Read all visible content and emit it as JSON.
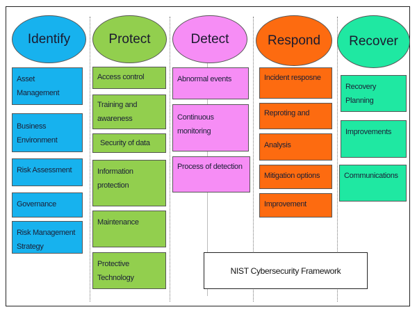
{
  "title": "NIST Cybersecurity Framework",
  "colors": {
    "identify": "#17b2ee",
    "protect": "#92cf4e",
    "detect": "#f68df5",
    "respond": "#fd6b10",
    "recover": "#1fe8a2"
  },
  "functions": [
    {
      "name": "Identify",
      "items": [
        "Asset Management",
        "Business Environment",
        "Risk Assessment",
        "Governance",
        "Risk Management Strategy"
      ]
    },
    {
      "name": "Protect",
      "items": [
        "Access control",
        "Training and awareness",
        "Security of data",
        "Information protection",
        "Maintenance",
        "Protective Technology"
      ]
    },
    {
      "name": "Detect",
      "items": [
        "Abnormal events",
        "Continuous monitoring",
        "Process of detection"
      ]
    },
    {
      "name": "Respond",
      "items": [
        "Incident resposne",
        "Reproting and",
        "Analysis",
        "Mitigation options",
        "Improvement"
      ]
    },
    {
      "name": "Recover",
      "items": [
        "Recovery Planning",
        "Improvements",
        "Communications"
      ]
    }
  ]
}
